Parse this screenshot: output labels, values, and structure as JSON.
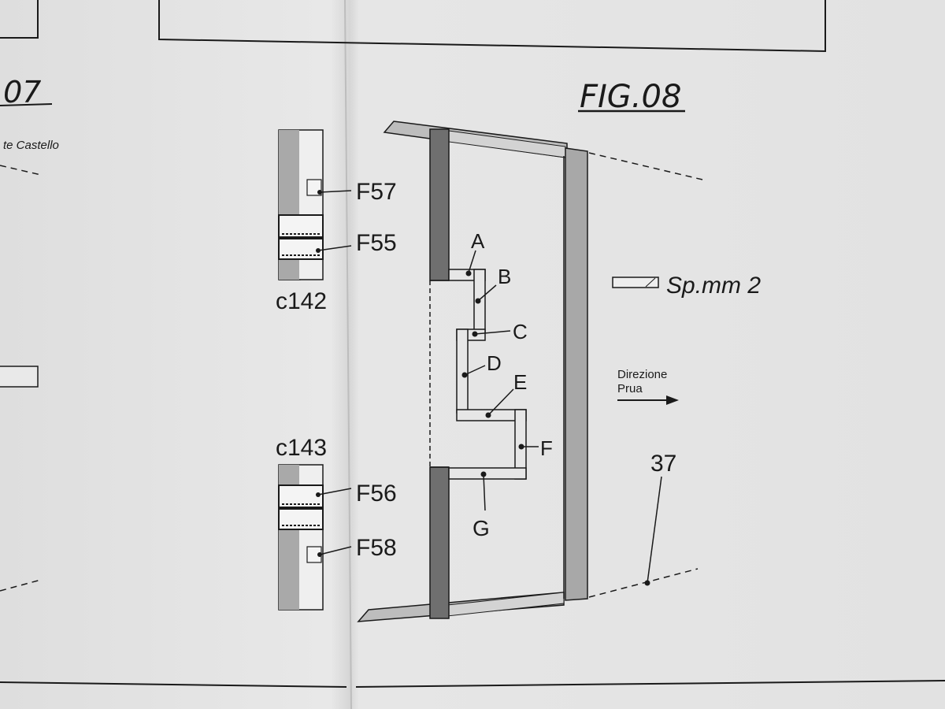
{
  "figure_prev": {
    "title": ".07",
    "note": "te Castello"
  },
  "figure": {
    "title": "FIG.08"
  },
  "labels": {
    "f57": "F57",
    "f55": "F55",
    "c142": "c142",
    "c143": "c143",
    "f56": "F56",
    "f58": "F58",
    "a": "A",
    "b": "B",
    "c": "C",
    "d": "D",
    "e": "E",
    "f": "F",
    "g": "G",
    "thickness": "Sp.mm 2",
    "ref_number": "37"
  },
  "direction": {
    "line1": "Direzione",
    "line2": "Prua"
  },
  "colors": {
    "paper": "#e4e4e4",
    "ink": "#1a1a1a",
    "panel_gray": "#a8a8a8",
    "dark_gray": "#6e6e6e",
    "light_gray": "#c4c4c4"
  }
}
